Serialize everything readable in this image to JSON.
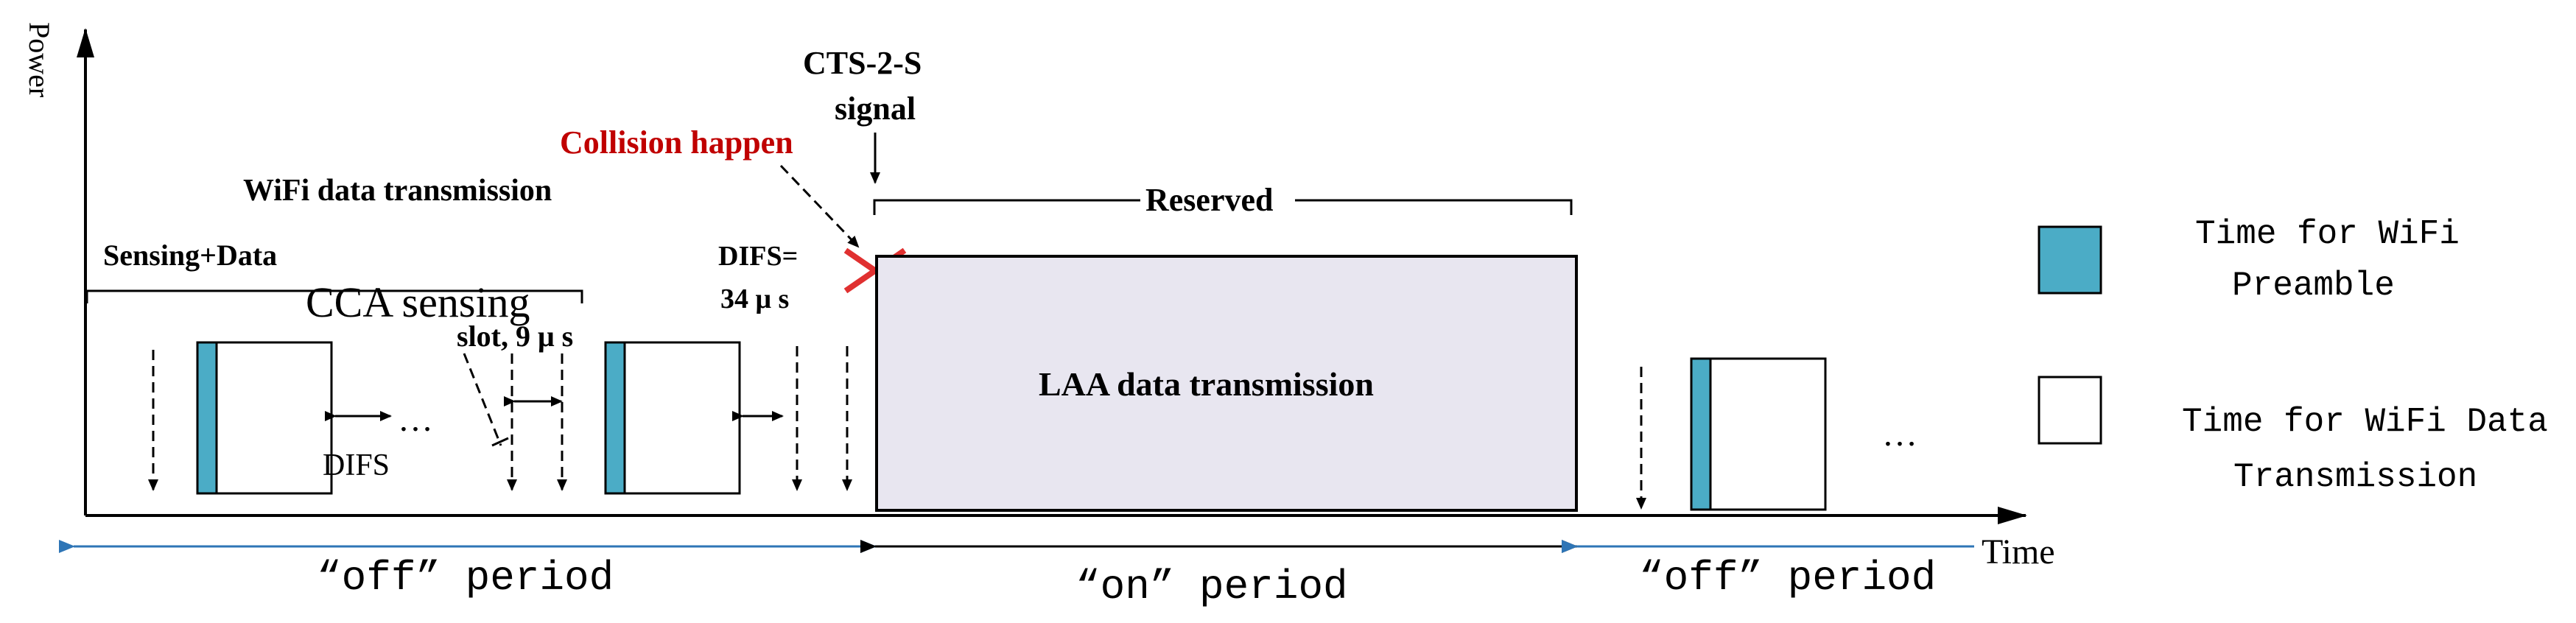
{
  "axes": {
    "y_label": "Power",
    "x_label": "Time"
  },
  "labels": {
    "cts_line1": "CTS-2-S",
    "cts_line2": "signal",
    "collision": "Collision happen",
    "wifi_tx": "WiFi data transmission",
    "sensing_data": "Sensing+Data",
    "cca_sensing": "CCA sensing",
    "slot": "slot, 9 μ s",
    "difs_eq_line1": "DIFS=",
    "difs_eq_line2": "34 μ s",
    "difs": "DIFS",
    "reserved": "Reserved",
    "laa_tx": "LAA data transmission",
    "ellipsis_1": "…",
    "ellipsis_2": "…"
  },
  "periods": {
    "off_1": "“off” period",
    "on": "“on” period",
    "off_2": "“off” period"
  },
  "legend": {
    "preamble_line1": "Time for WiFi",
    "preamble_line2": "Preamble",
    "data_line1": "Time for WiFi Data",
    "data_line2": "Transmission"
  },
  "colors": {
    "preamble": "#4bacc6",
    "collision_text": "#c00000",
    "collision_mark": "#e03030",
    "period_arrow": "#2e75b6",
    "laa_fill": "#e8e6f0"
  }
}
